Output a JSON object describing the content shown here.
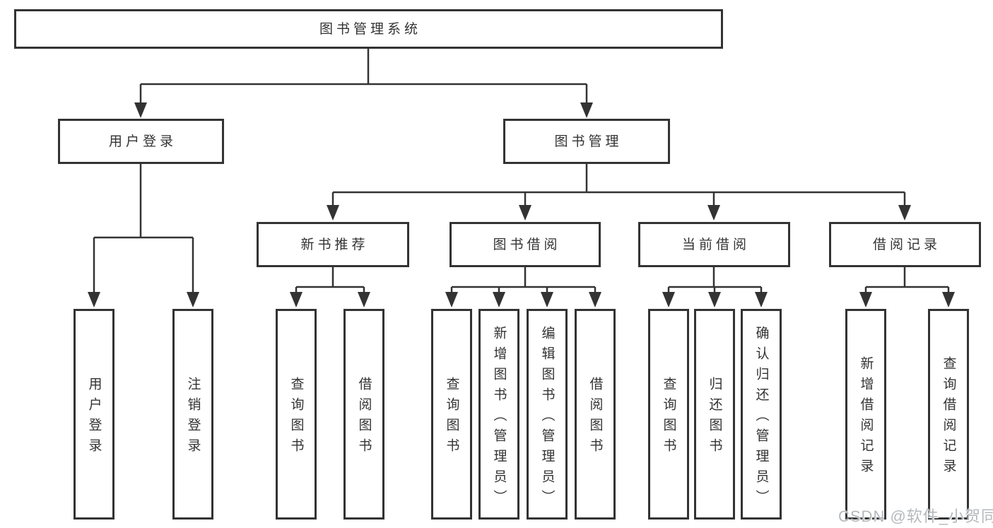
{
  "diagram": {
    "root": "图书管理系统",
    "level2": {
      "user_login": "用户登录",
      "book_manage": "图书管理"
    },
    "level3": {
      "new_books": "新书推荐",
      "book_borrow": "图书借阅",
      "current_borrow": "当前借阅",
      "borrow_records": "借阅记录"
    },
    "level4": {
      "user_login": [
        "用户登录",
        "注销登录"
      ],
      "new_books": [
        "查询图书",
        "借阅图书"
      ],
      "book_borrow": [
        "查询图书",
        "新增图书（管理员）",
        "编辑图书（管理员）",
        "借阅图书"
      ],
      "current_borrow": [
        "查询图书",
        "归还图书",
        "确认归还（管理员）"
      ],
      "borrow_records": [
        "新增借阅记录",
        "查询借阅记录"
      ]
    },
    "colors": {
      "line": "#333333",
      "text": "#333333",
      "watermark": "#b5b9bd"
    }
  },
  "watermark": "CSDN @软件_小贺同学"
}
